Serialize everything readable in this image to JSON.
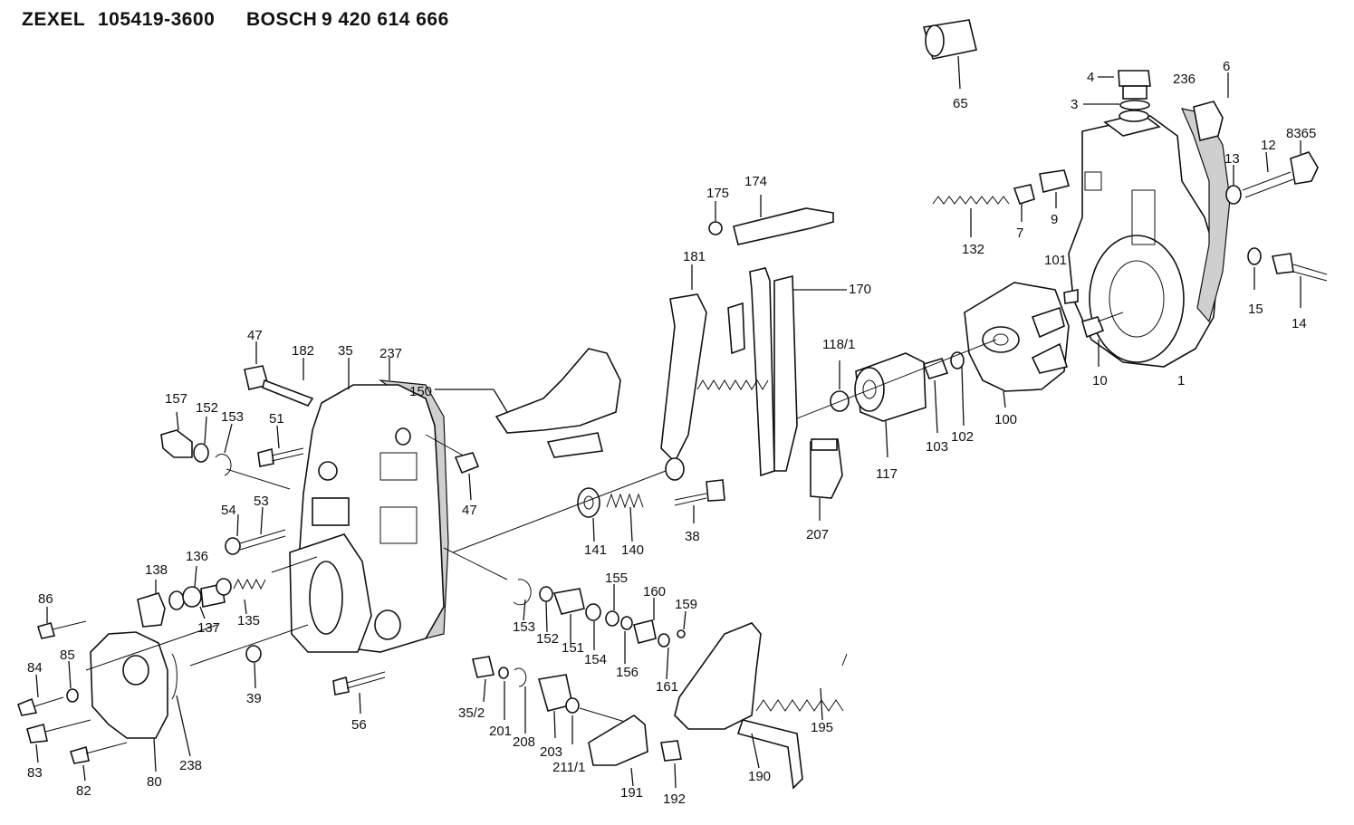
{
  "header": {
    "brand1": "ZEXEL",
    "part_number1": "105419-3600",
    "brand2": "BOSCH",
    "part_number2": "9 420 614 666"
  },
  "parts": {
    "p65": "65",
    "p4": "4",
    "p3": "3",
    "p236": "236",
    "p6": "6",
    "p8365": "8365",
    "p12": "12",
    "p13": "13",
    "p132": "132",
    "p7": "7",
    "p9": "9",
    "p175": "175",
    "p174": "174",
    "p181": "181",
    "p170": "170",
    "p101": "101",
    "p15": "15",
    "p14": "14",
    "p1181": "118/1",
    "p10": "10",
    "p1": "1",
    "p100": "100",
    "p102": "102",
    "p103": "103",
    "p117": "117",
    "p207": "207",
    "p47a": "47",
    "p182": "182",
    "p35": "35",
    "p237": "237",
    "p150": "150",
    "p157": "157",
    "p152a": "152",
    "p153a": "153",
    "p51": "51",
    "p47b": "47",
    "p54": "54",
    "p53": "53",
    "p141": "141",
    "p140": "140",
    "p38": "38",
    "p138": "138",
    "p136": "136",
    "p137": "137",
    "p135": "135",
    "p155": "155",
    "p160": "160",
    "p159": "159",
    "p153b": "153",
    "p152b": "152",
    "p151": "151",
    "p154": "154",
    "p156": "156",
    "p161": "161",
    "p86": "86",
    "p85": "85",
    "p84": "84",
    "p39": "39",
    "p56": "56",
    "p352": "35/2",
    "p201": "201",
    "p208": "208",
    "p203": "203",
    "p2111": "211/1",
    "p191": "191",
    "p192": "192",
    "p190": "190",
    "p195": "195",
    "p83": "83",
    "p82": "82",
    "p80": "80",
    "p238": "238"
  }
}
